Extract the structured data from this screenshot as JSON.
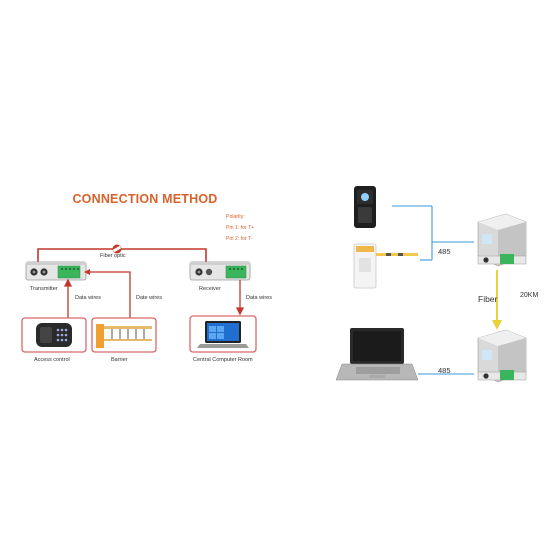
{
  "left": {
    "title": "CONNECTION METHOD",
    "fiber_label": "Fiber optic",
    "polarity": {
      "heading": "Polarity:",
      "pin1": "Pin 1: for T+",
      "pin2": "Pin 2: for T-"
    },
    "transmitter_label": "Transmitter",
    "receiver_label": "Receiver",
    "data_wires_1": "Data wires",
    "data_wires_2": "Date wires",
    "data_wires_3": "Data wires",
    "access_control_label": "Access control",
    "barrier_label": "Barrier",
    "central_room_label": "Central Computer Room"
  },
  "right": {
    "bus_label_top": "485",
    "bus_label_bottom": "485",
    "fiber_label": "Fiber",
    "distance_label": "20KM"
  },
  "colors": {
    "title": "#d9622b",
    "red_line": "#c0392b",
    "box_border": "#d66a6a",
    "blue_line": "#3a9ad9",
    "fiber_arrow": "#e8d23a",
    "terminal_green": "#3bb55c"
  }
}
